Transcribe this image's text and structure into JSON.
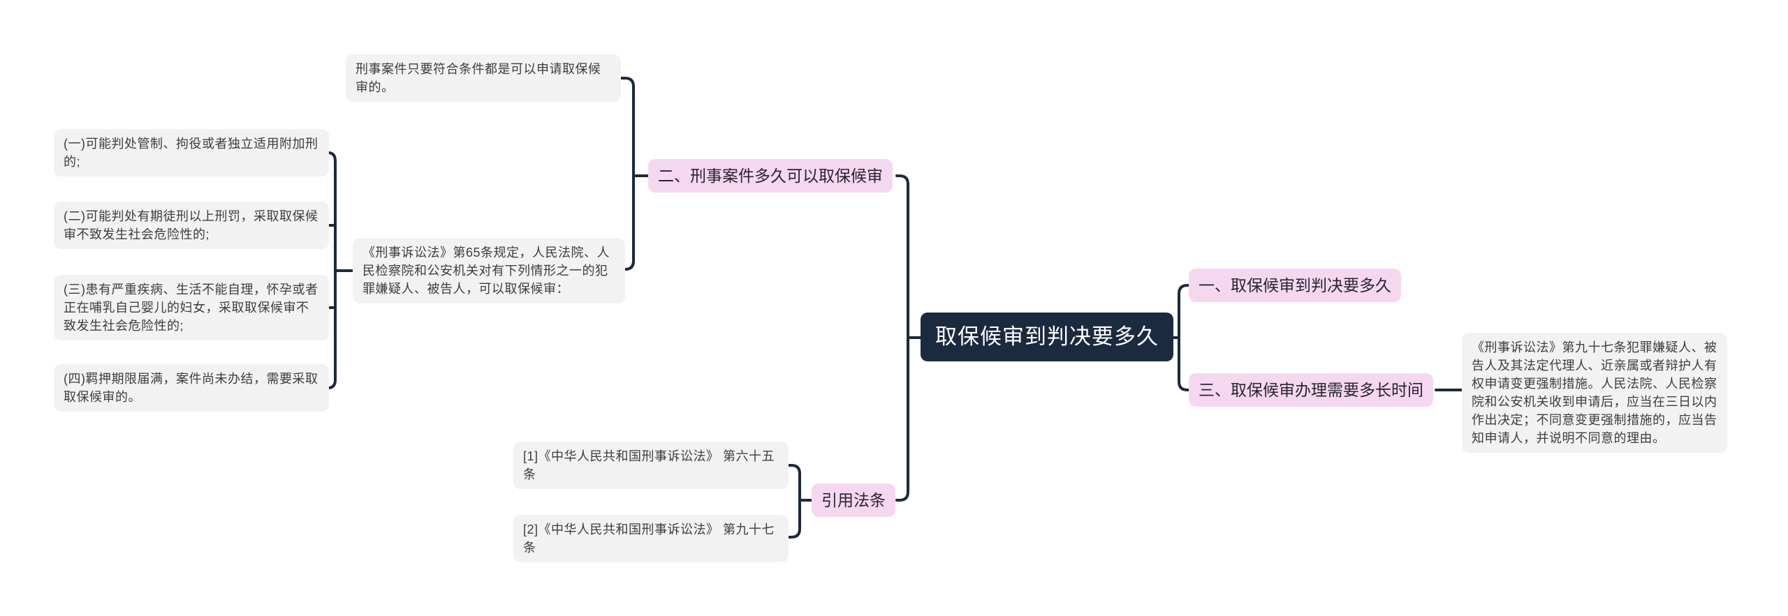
{
  "diagram": {
    "type": "mindmap",
    "topic": "取保候审到判决要多久",
    "structure": [
      {
        "branch": "一、取保候审到判决要多久",
        "children": []
      },
      {
        "branch": "二、刑事案件多久可以取保候审",
        "children": [
          "刑事案件只要符合条件都是可以申请取保候审的。",
          {
            "text": "《刑事诉讼法》第65条规定，人民法院、人民检察院和公安机关对有下列情形之一的犯罪嫌疑人、被告人，可以取保候审：",
            "children": [
              "(一)可能判处管制、拘役或者独立适用附加刑的;",
              "(二)可能判处有期徒刑以上刑罚，采取取保候审不致发生社会危险性的;",
              "(三)患有严重疾病、生活不能自理，怀孕或者正在哺乳自己婴儿的妇女，采取取保候审不致发生社会危险性的;",
              "(四)羁押期限届满，案件尚未办结，需要采取取保候审的。"
            ]
          }
        ]
      },
      {
        "branch": "三、取保候审办理需要多长时间",
        "children": [
          "《刑事诉讼法》第九十七条犯罪嫌疑人、被告人及其法定代理人、近亲属或者辩护人有权申请变更强制措施。人民法院、人民检察院和公安机关收到申请后，应当在三日以内作出决定；不同意变更强制措施的，应当告知申请人，并说明不同意的理由。"
        ]
      },
      {
        "branch": "引用法条",
        "children": [
          "[1]《中华人民共和国刑事诉讼法》 第六十五条",
          "[2]《中华人民共和国刑事诉讼法》 第九十七条"
        ]
      }
    ]
  },
  "nodes": {
    "root": "取保候审到判决要多久",
    "branch_one": "一、取保候审到判决要多久",
    "branch_two": "二、刑事案件多久可以取保候审",
    "branch_three": "三、取保候审办理需要多长时间",
    "branch_refs": "引用法条",
    "note_apply": "刑事案件只要符合条件都是可以申请取保候审的。",
    "law65": "《刑事诉讼法》第65条规定，人民法院、人民检察院和公安机关对有下列情形之一的犯罪嫌疑人、被告人，可以取保候审：",
    "cond1": "(一)可能判处管制、拘役或者独立适用附加刑的;",
    "cond2": "(二)可能判处有期徒刑以上刑罚，采取取保候审不致发生社会危险性的;",
    "cond3": "(三)患有严重疾病、生活不能自理，怀孕或者正在哺乳自己婴儿的妇女，采取取保候审不致发生社会危险性的;",
    "cond4": "(四)羁押期限届满，案件尚未办结，需要采取取保候审的。",
    "law97": "《刑事诉讼法》第九十七条犯罪嫌疑人、被告人及其法定代理人、近亲属或者辩护人有权申请变更强制措施。人民法院、人民检察院和公安机关收到申请后，应当在三日以内作出决定；不同意变更强制措施的，应当告知申请人，并说明不同意的理由。",
    "ref1": "[1]《中华人民共和国刑事诉讼法》 第六十五条",
    "ref2": "[2]《中华人民共和国刑事诉讼法》 第九十七条"
  },
  "colors": {
    "root_bg": "#1b2a3e",
    "root_text": "#ffffff",
    "branch_bg": "#f6d7f0",
    "note_bg": "#f2f2f3",
    "line": "#1b2a3e",
    "note_text": "#3d3d3d"
  }
}
